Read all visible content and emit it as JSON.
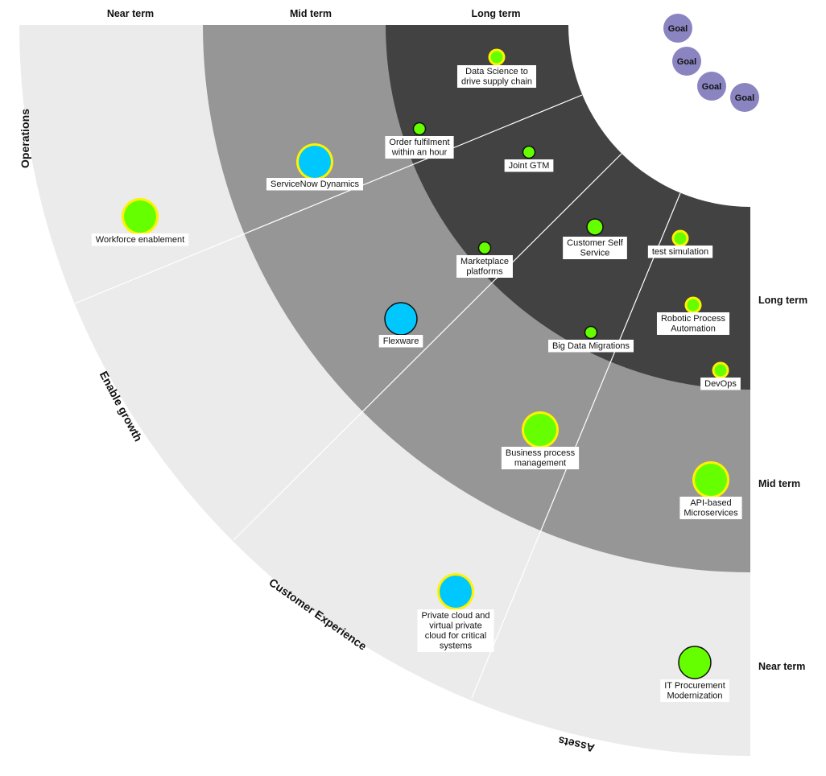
{
  "colors": {
    "near": "#ebebeb",
    "mid": "#969696",
    "long": "#424242",
    "green": "#66ff00",
    "blue": "#00c8ff",
    "yellow": "#fff200",
    "goal": "#8a84c0"
  },
  "horizon_headers": {
    "top": [
      "Near term",
      "Mid term",
      "Long term"
    ],
    "right": [
      "Long term",
      "Mid term",
      "Near term"
    ]
  },
  "categories": [
    "Operations",
    "Enable growth",
    "Customer Experience",
    "Assets"
  ],
  "goals": [
    "Goal",
    "Goal",
    "Goal",
    "Goal"
  ],
  "items": [
    {
      "label": [
        "Data Science to",
        "drive supply chain"
      ],
      "fill": "green",
      "ring": "yellow",
      "size": "small"
    },
    {
      "label": [
        "Order fulfilment",
        "within an hour"
      ],
      "fill": "green",
      "ring": "none",
      "size": "small"
    },
    {
      "label": [
        "Joint GTM"
      ],
      "fill": "green",
      "ring": "none",
      "size": "small"
    },
    {
      "label": [
        "ServiceNow Dynamics"
      ],
      "fill": "blue",
      "ring": "yellow",
      "size": "large"
    },
    {
      "label": [
        "Workforce enablement"
      ],
      "fill": "green",
      "ring": "yellow",
      "size": "large"
    },
    {
      "label": [
        "Customer Self",
        "Service"
      ],
      "fill": "green",
      "ring": "none",
      "size": "medium"
    },
    {
      "label": [
        "test simulation"
      ],
      "fill": "green",
      "ring": "yellow",
      "size": "small"
    },
    {
      "label": [
        "Marketplace",
        "platforms"
      ],
      "fill": "green",
      "ring": "none",
      "size": "small"
    },
    {
      "label": [
        "Flexware"
      ],
      "fill": "blue",
      "ring": "none",
      "size": "large"
    },
    {
      "label": [
        "Robotic Process",
        "Automation"
      ],
      "fill": "green",
      "ring": "yellow",
      "size": "small"
    },
    {
      "label": [
        "Big Data Migrations"
      ],
      "fill": "green",
      "ring": "none",
      "size": "small"
    },
    {
      "label": [
        "DevOps"
      ],
      "fill": "green",
      "ring": "yellow",
      "size": "small"
    },
    {
      "label": [
        "Business process",
        "management"
      ],
      "fill": "green",
      "ring": "yellow",
      "size": "large"
    },
    {
      "label": [
        "API-based",
        "Microservices"
      ],
      "fill": "green",
      "ring": "yellow",
      "size": "large"
    },
    {
      "label": [
        "Private cloud and",
        "virtual private",
        "cloud for critical",
        "systems"
      ],
      "fill": "blue",
      "ring": "yellow",
      "size": "large"
    },
    {
      "label": [
        "IT Procurement",
        "Modernization"
      ],
      "fill": "green",
      "ring": "none",
      "size": "large"
    }
  ]
}
